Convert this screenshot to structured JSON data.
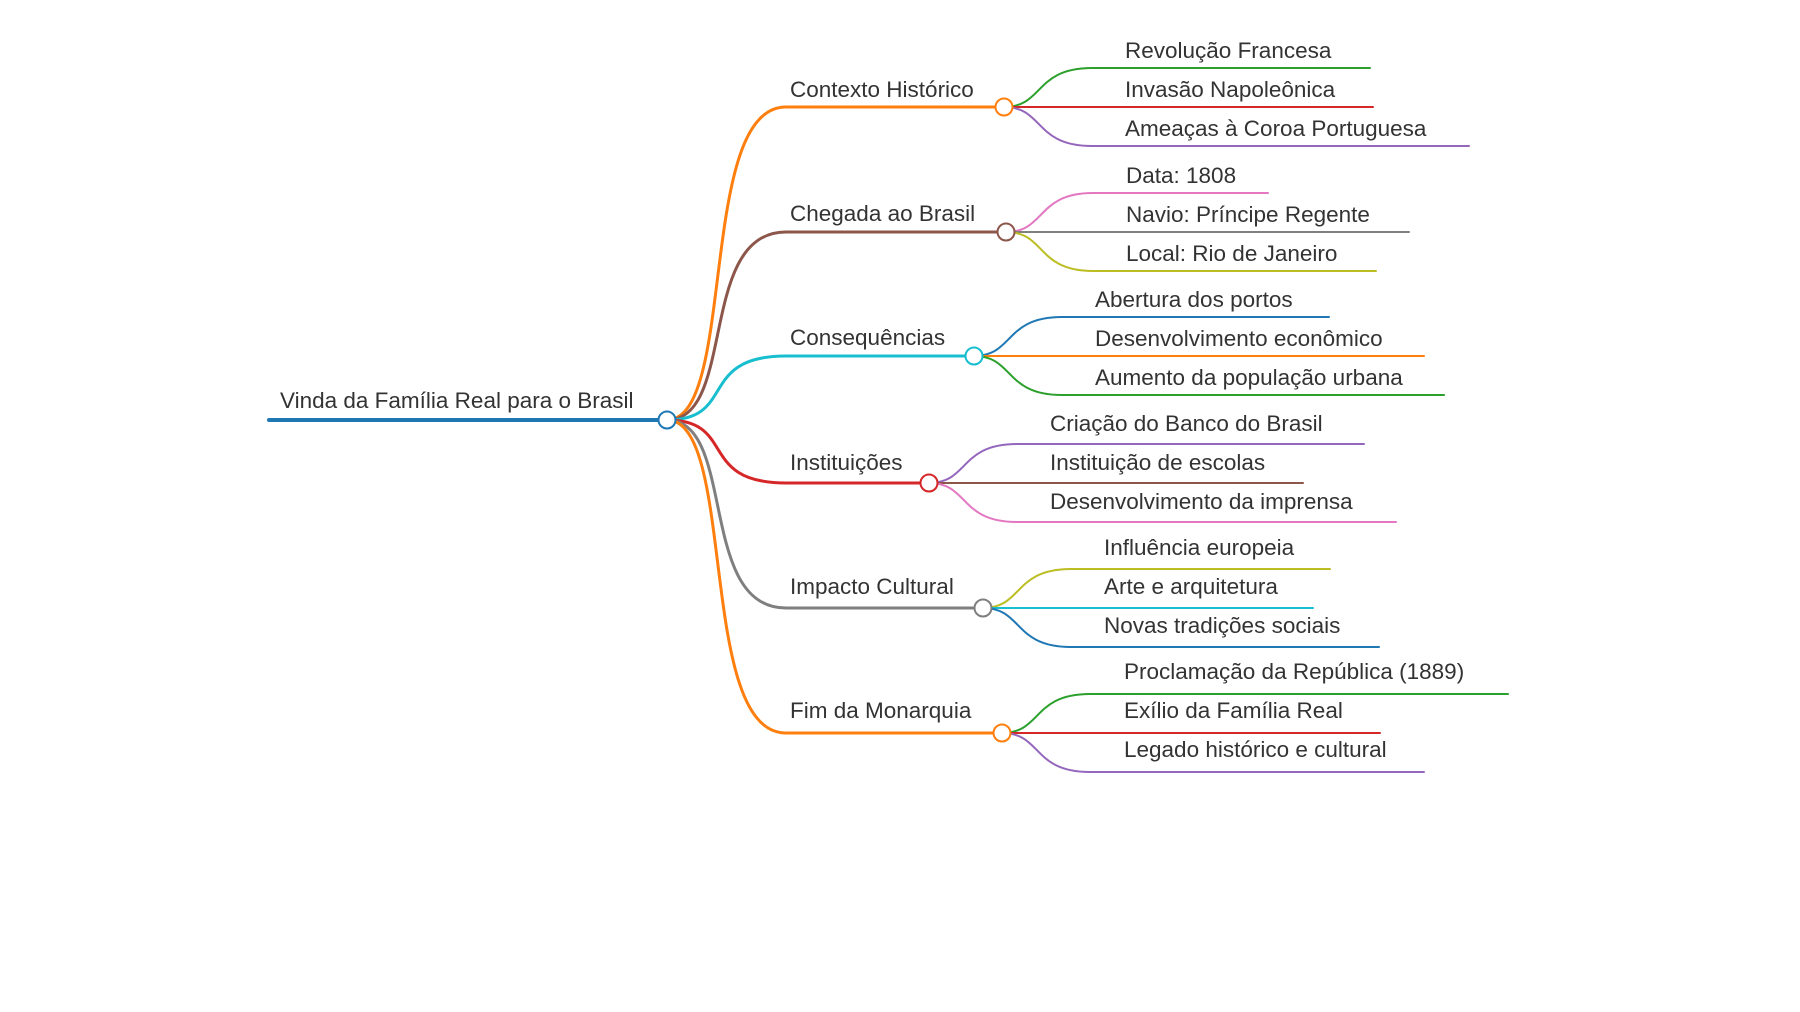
{
  "root": {
    "label": "Vinda da Família Real para o Brasil",
    "color": "#1f77b4"
  },
  "branches": [
    {
      "label": "Contexto Histórico",
      "color": "#ff7f0e",
      "children": [
        {
          "label": "Revolução Francesa",
          "color": "#2ca02c"
        },
        {
          "label": "Invasão Napoleônica",
          "color": "#d62728"
        },
        {
          "label": "Ameaças à Coroa Portuguesa",
          "color": "#9467bd"
        }
      ]
    },
    {
      "label": "Chegada ao Brasil",
      "color": "#8c564b",
      "children": [
        {
          "label": "Data: 1808",
          "color": "#e377c2"
        },
        {
          "label": "Navio: Príncipe Regente",
          "color": "#7f7f7f"
        },
        {
          "label": "Local: Rio de Janeiro",
          "color": "#bcbd22"
        }
      ]
    },
    {
      "label": "Consequências",
      "color": "#17becf",
      "children": [
        {
          "label": "Abertura dos portos",
          "color": "#1f77b4"
        },
        {
          "label": "Desenvolvimento econômico",
          "color": "#ff7f0e"
        },
        {
          "label": "Aumento da população urbana",
          "color": "#2ca02c"
        }
      ]
    },
    {
      "label": "Instituições",
      "color": "#d62728",
      "children": [
        {
          "label": "Criação do Banco do Brasil",
          "color": "#9467bd"
        },
        {
          "label": "Instituição de escolas",
          "color": "#8c564b"
        },
        {
          "label": "Desenvolvimento da imprensa",
          "color": "#e377c2"
        }
      ]
    },
    {
      "label": "Impacto Cultural",
      "color": "#7f7f7f",
      "children": [
        {
          "label": "Influência europeia",
          "color": "#bcbd22"
        },
        {
          "label": "Arte e arquitetura",
          "color": "#17becf"
        },
        {
          "label": "Novas tradições sociais",
          "color": "#1f77b4"
        }
      ]
    },
    {
      "label": "Fim da Monarquia",
      "color": "#ff7f0e",
      "children": [
        {
          "label": "Proclamação da República (1889)",
          "color": "#2ca02c"
        },
        {
          "label": "Exílio da Família Real",
          "color": "#d62728"
        },
        {
          "label": "Legado histórico e cultural",
          "color": "#9467bd"
        }
      ]
    }
  ]
}
